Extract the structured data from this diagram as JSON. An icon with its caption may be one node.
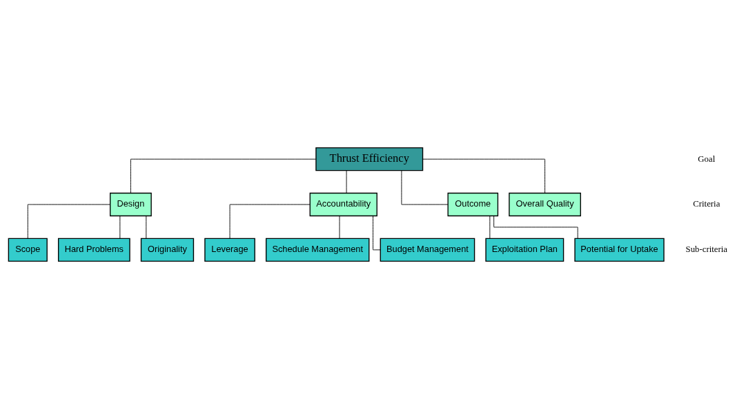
{
  "diagram": {
    "nodes": [
      {
        "text": [
          "Thrust Efficiency"
        ]
      },
      {
        "text": [
          "Design"
        ]
      },
      {
        "text": [
          "Accountability"
        ]
      },
      {
        "text": [
          "Outcome"
        ]
      },
      {
        "text": [
          "Overall Quality"
        ]
      },
      {
        "text": [
          "Scope"
        ]
      },
      {
        "text": [
          "Hard Problems"
        ]
      },
      {
        "text": [
          "Originality"
        ]
      },
      {
        "text": [
          "Leverage"
        ]
      },
      {
        "text": [
          "Schedule Management"
        ]
      },
      {
        "text": [
          "Budget Management"
        ]
      },
      {
        "text": [
          "Exploitation Plan"
        ]
      },
      {
        "text": [
          "Potential for Uptake"
        ]
      }
    ],
    "edges": [
      {
        "from": 0,
        "to": 1,
        "arrow": "none"
      },
      {
        "from": 0,
        "to": 2,
        "arrow": "none"
      },
      {
        "from": 0,
        "to": 3,
        "arrow": "none"
      },
      {
        "from": 0,
        "to": 4,
        "arrow": "none"
      },
      {
        "from": 1,
        "to": 5,
        "arrow": "none"
      },
      {
        "from": 1,
        "to": 6,
        "arrow": "none"
      },
      {
        "from": 1,
        "to": 7,
        "arrow": "none"
      },
      {
        "from": 2,
        "to": 8,
        "arrow": "none"
      },
      {
        "from": 2,
        "to": 9,
        "arrow": "none"
      },
      {
        "from": 2,
        "to": 10,
        "arrow": "none"
      },
      {
        "from": 3,
        "to": 11,
        "arrow": "none"
      },
      {
        "from": 3,
        "to": 12,
        "arrow": "none"
      }
    ],
    "labels": [
      "Goal",
      "Criteria",
      "Sub-criteria"
    ]
  }
}
